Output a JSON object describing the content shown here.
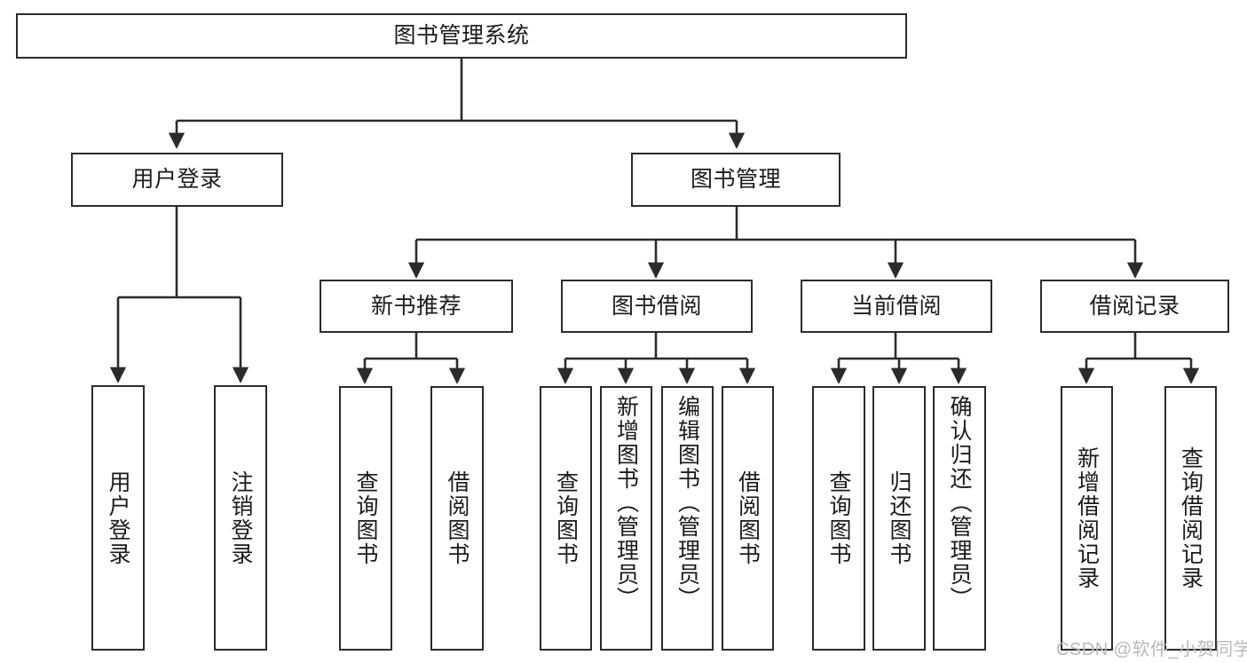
{
  "diagram": {
    "title": "图书管理系统",
    "type": "functional-structure-tree",
    "background_color": "#ffffff",
    "line_color": "#2b2b2b",
    "text_color": "#1a1a1a",
    "watermark": "CSDN @软件_小贺同学"
  },
  "nodes": {
    "root": {
      "label": "图书管理系统"
    },
    "level1": [
      {
        "label": "用户登录"
      },
      {
        "label": "图书管理"
      }
    ],
    "level2": [
      {
        "label": "新书推荐"
      },
      {
        "label": "图书借阅"
      },
      {
        "label": "当前借阅"
      },
      {
        "label": "借阅记录"
      }
    ],
    "login_children": [
      {
        "label": "用户登录"
      },
      {
        "label": "注销登录"
      }
    ],
    "newbook_children": [
      {
        "label": "查询图书"
      },
      {
        "label": "借阅图书"
      }
    ],
    "borrow_children": [
      {
        "label": "查询图书"
      },
      {
        "label": "新增图书（管理员）"
      },
      {
        "label": "编辑图书（管理员）"
      },
      {
        "label": "借阅图书"
      }
    ],
    "current_children": [
      {
        "label": "查询图书"
      },
      {
        "label": "归还图书"
      },
      {
        "label": "确认归还（管理员）"
      }
    ],
    "record_children": [
      {
        "label": "新增借阅记录"
      },
      {
        "label": "查询借阅记录"
      }
    ]
  }
}
